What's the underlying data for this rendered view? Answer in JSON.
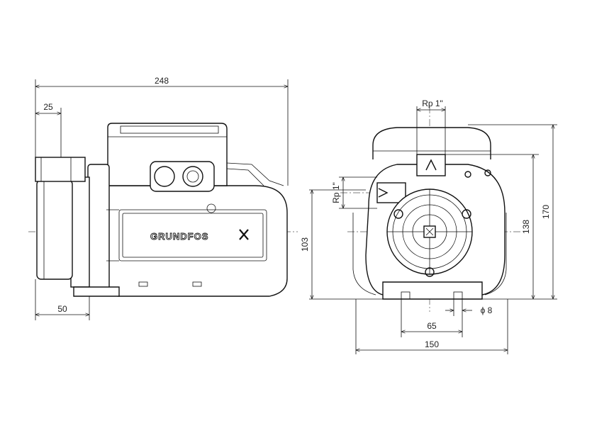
{
  "drawing": {
    "brand": "GRUNDFOS",
    "side_view": {
      "overall_length": "248",
      "inlet_offset": "25",
      "foot_offset": "50"
    },
    "front_view": {
      "thread_top": "Rp 1\"",
      "thread_side": "Rp 1\"",
      "height_centre": "103",
      "height_138": "138",
      "height_170": "170",
      "foot_spacing": "65",
      "hole_diameter": "ϕ 8",
      "base_width": "150"
    }
  }
}
